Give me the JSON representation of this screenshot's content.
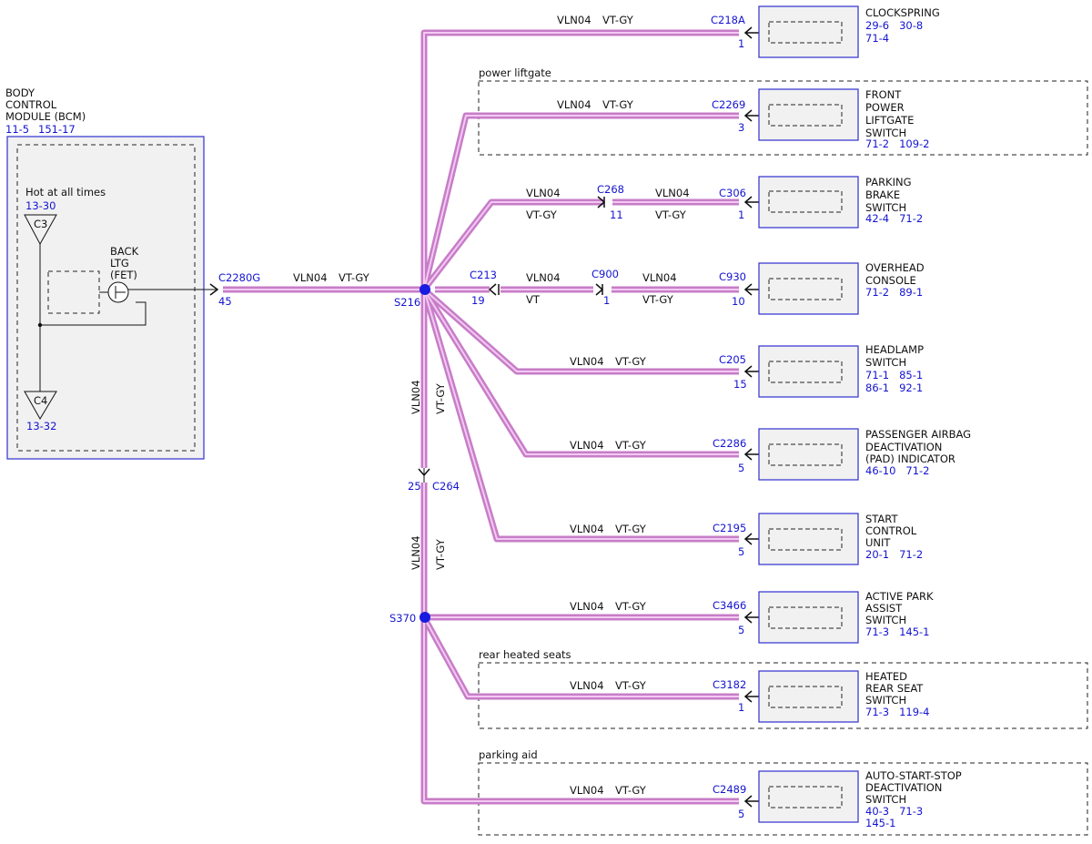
{
  "colors": {
    "wire": "#c77dc7",
    "wire_core": "#f3c9f3",
    "module": "#3030d0",
    "splice": "#1a1ae0",
    "text_ref": "#1414d2",
    "text": "#111111",
    "module_fill": "#f1f1f1"
  },
  "common": {
    "circuit": "VLN04",
    "color": "VT-GY"
  },
  "bcm": {
    "title_lines": [
      "BODY",
      "CONTROL",
      "MODULE (BCM)"
    ],
    "refs": [
      "11-5",
      "151-17"
    ],
    "hot_label": "Hot at all times",
    "c3": {
      "ref": "13-30",
      "label": "C3"
    },
    "c4": {
      "ref": "13-32",
      "label": "C4"
    },
    "fet_lines": [
      "BACK",
      "LTG",
      "(FET)"
    ],
    "connector": "C2280G",
    "pin": "45"
  },
  "splices": {
    "s216": "S216",
    "s370": "S370"
  },
  "c264": {
    "name": "C264",
    "pin": "25"
  },
  "groups": {
    "power_liftgate": "power liftgate",
    "rear_heated_seats": "rear heated seats",
    "parking_aid": "parking aid"
  },
  "devices": {
    "clockspring": {
      "lines": [
        "CLOCKSPRING"
      ],
      "refs": [
        "29-6   30-8",
        "71-4"
      ],
      "connector": "C218A",
      "pin": "1"
    },
    "liftgate": {
      "lines": [
        "FRONT",
        "POWER",
        "LIFTGATE",
        "SWITCH"
      ],
      "refs": [
        "71-2   109-2"
      ],
      "connector": "C2269",
      "pin": "3"
    },
    "parking_brake": {
      "lines": [
        "PARKING",
        "BRAKE",
        "SWITCH"
      ],
      "refs": [
        "42-4   71-2"
      ],
      "connector": "C306",
      "pin": "1",
      "inline": {
        "name": "C268",
        "pin": "11"
      }
    },
    "overhead": {
      "lines": [
        "OVERHEAD",
        "CONSOLE"
      ],
      "refs": [
        "71-2   89-1"
      ],
      "connector": "C930",
      "pin": "10",
      "inline": {
        "name": "C900",
        "pin": "1"
      },
      "branch": {
        "name": "C213",
        "pin": "19",
        "color": "VT"
      }
    },
    "headlamp": {
      "lines": [
        "HEADLAMP",
        "SWITCH"
      ],
      "refs": [
        "71-1   85-1",
        "86-1   92-1"
      ],
      "connector": "C205",
      "pin": "15"
    },
    "pad": {
      "lines": [
        "PASSENGER AIRBAG",
        "DEACTIVATION",
        "(PAD) INDICATOR"
      ],
      "refs": [
        "46-10   71-2"
      ],
      "connector": "C2286",
      "pin": "5"
    },
    "start_control": {
      "lines": [
        "START",
        "CONTROL",
        "UNIT"
      ],
      "refs": [
        "20-1   71-2"
      ],
      "connector": "C2195",
      "pin": "5"
    },
    "park_assist": {
      "lines": [
        "ACTIVE PARK",
        "ASSIST",
        "SWITCH"
      ],
      "refs": [
        "71-3   145-1"
      ],
      "connector": "C3466",
      "pin": "5"
    },
    "rear_seat": {
      "lines": [
        "HEATED",
        "REAR SEAT",
        "SWITCH"
      ],
      "refs": [
        "71-3   119-4"
      ],
      "connector": "C3182",
      "pin": "1"
    },
    "auto_stop": {
      "lines": [
        "AUTO-START-STOP",
        "DEACTIVATION",
        "SWITCH"
      ],
      "refs": [
        "40-3   71-3",
        "145-1"
      ],
      "connector": "C2489",
      "pin": "5"
    }
  }
}
